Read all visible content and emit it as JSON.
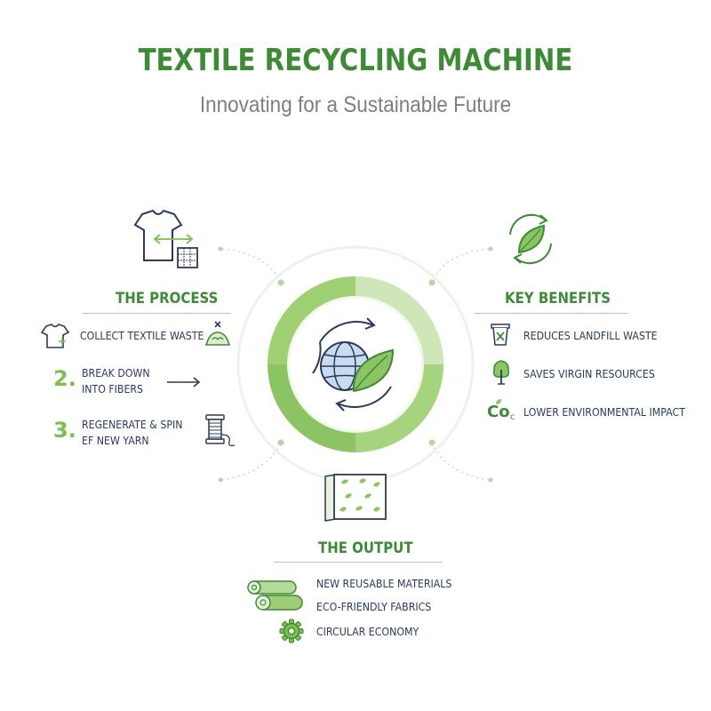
{
  "header": {
    "title": "TEXTILE RECYCLING MACHINE",
    "subtitle": "Innovating for a Sustainable Future"
  },
  "process": {
    "heading": "THE PROCESS",
    "steps": [
      {
        "number": "",
        "text": "COLLECT TEXTILE WASTE",
        "icon": "tshirt-icon"
      },
      {
        "number": "2.",
        "line1": "BREAK DOWN",
        "line2": "INTO FIBERS",
        "icon": "arrow-right-icon"
      },
      {
        "number": "3.",
        "line1": "REGENERATE & SPIN",
        "line2": "EF NEW YARN",
        "icon": "yarn-spool-icon"
      }
    ]
  },
  "benefits": {
    "heading": "KEY BENEFITS",
    "items": [
      {
        "text": "REDUCES LANDFILL WASTE",
        "icon": "trash-bin-icon"
      },
      {
        "text": "SAVES VIRGIN RESOURCES",
        "icon": "tree-icon"
      },
      {
        "text": "LOWER ENVIRONMENTAL IMPACT",
        "icon": "co2-icon",
        "icon_text": "Co",
        "icon_sub": "c"
      }
    ]
  },
  "output": {
    "heading": "THE OUTPUT",
    "items": [
      {
        "text": "NEW REUSABLE MATERIALS"
      },
      {
        "text": "ECO-FRIENDLY FABRICS"
      },
      {
        "text": "CIRCULAR ECONOMY",
        "icon": "gear-icon"
      }
    ]
  },
  "colors": {
    "green": "#3d8b37",
    "light_green": "#7cbf4e",
    "navy": "#2b3a5a",
    "gray": "#7a7f86"
  }
}
